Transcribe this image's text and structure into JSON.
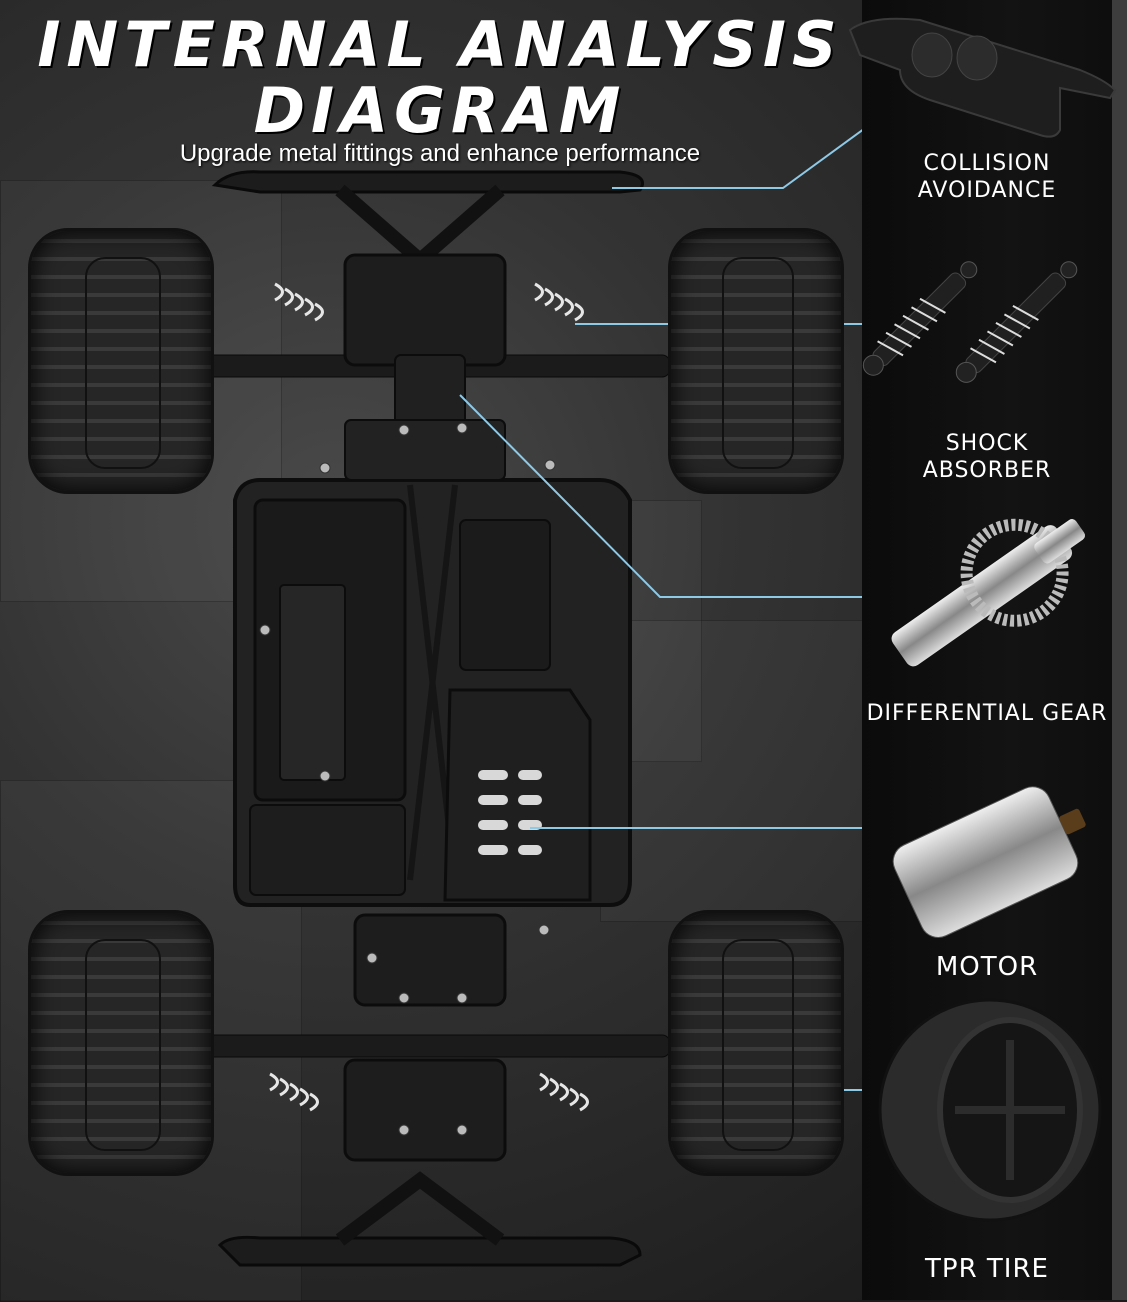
{
  "header": {
    "title_line1": "INTERNAL ANALYSIS",
    "title_line2": "DIAGRAM",
    "subtitle": "Upgrade metal fittings and enhance performance"
  },
  "parts": [
    {
      "label_line1": "COLLISION",
      "label_line2": "AVOIDANCE",
      "icon": "bumper-icon"
    },
    {
      "label_line1": "SHOCK",
      "label_line2": "ABSORBER",
      "icon": "shock-absorber-icon"
    },
    {
      "label_line1": "DIFFERENTIAL GEAR",
      "label_line2": "",
      "icon": "differential-gear-icon"
    },
    {
      "label_line1": "MOTOR",
      "label_line2": "",
      "icon": "motor-icon"
    },
    {
      "label_line1": "TPR TIRE",
      "label_line2": "",
      "icon": "tire-icon"
    }
  ],
  "colors": {
    "callout_line": "#8ec9e6",
    "panel_bg": "#0e0e0e",
    "text": "#ffffff"
  }
}
